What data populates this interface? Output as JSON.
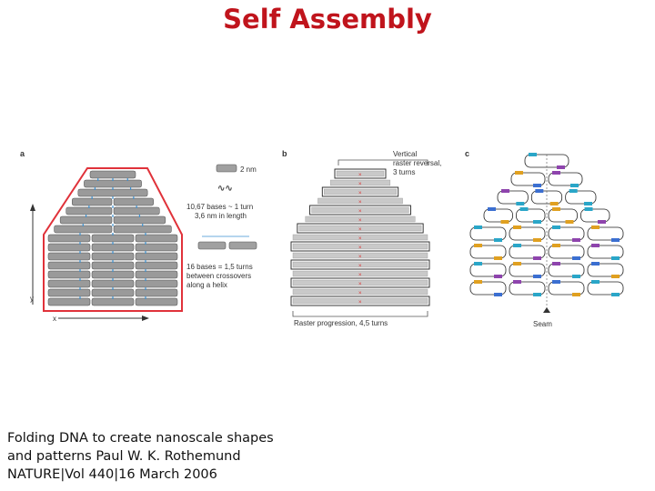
{
  "slide": {
    "title": "Self Assembly"
  },
  "figure": {
    "panel_a": {
      "letter": "a",
      "scale_helix": "2 nm",
      "turn_text_1": "10,67 bases ~ 1 turn",
      "turn_text_2": "3,6 nm in length",
      "cross_text_1": "16 bases = 1,5 turns",
      "cross_text_2": "between crossovers",
      "cross_text_3": "along a helix",
      "axis_y": "y",
      "axis_x": "x"
    },
    "panel_b": {
      "letter": "b",
      "reversal_1": "Vertical",
      "reversal_2": "raster reversal,",
      "reversal_3": "3 turns",
      "progression": "Raster progression, 4,5 turns"
    },
    "panel_c": {
      "letter": "c",
      "seam": "Seam"
    },
    "colors": {
      "outline": "#e0323a",
      "helix": "#9a9a9a",
      "crossover": "#3a8fd0"
    }
  },
  "caption": {
    "line1": "Folding DNA to create nanoscale shapes",
    "line2": "and patterns Paul W. K. Rothemund",
    "line3": "NATURE|Vol 440|16 March 2006"
  }
}
